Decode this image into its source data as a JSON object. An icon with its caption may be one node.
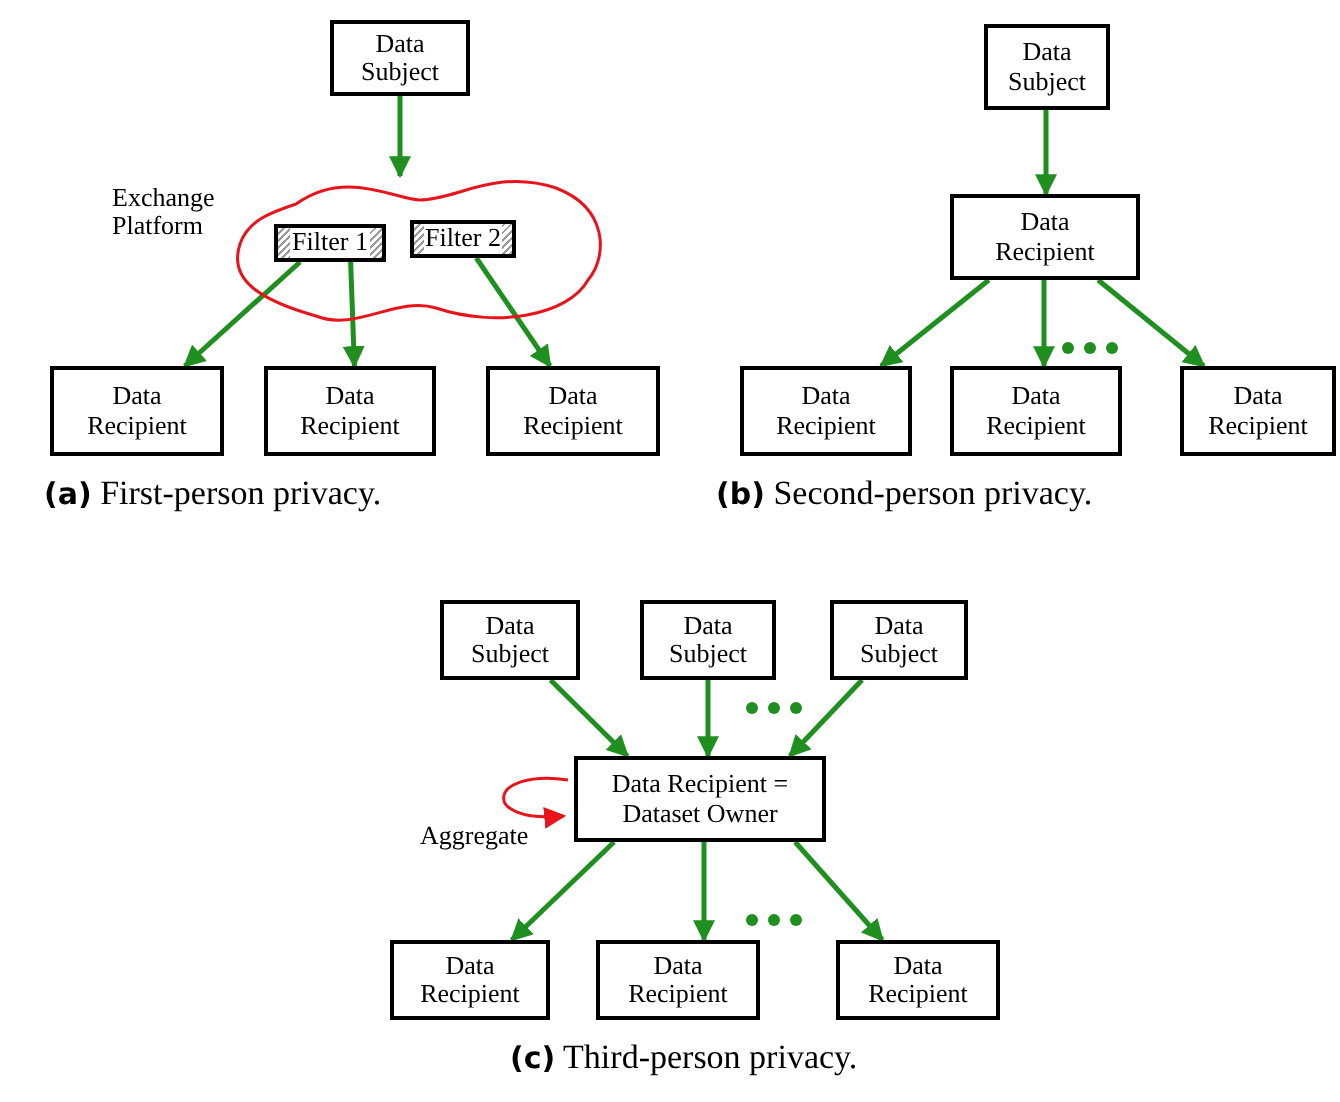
{
  "diagram": {
    "nodes": [
      {
        "text": [
          "Data Subject"
        ]
      },
      {
        "text": [],
        "shape": "cloud",
        "beside": [
          "Exchange Platform"
        ]
      },
      {
        "text": [
          "Filter 1"
        ],
        "in": 1
      },
      {
        "text": [
          "Filter 2"
        ],
        "in": 1
      },
      {
        "text": [
          "Data Recipient"
        ]
      },
      {
        "text": [
          "Data Recipient"
        ]
      },
      {
        "text": [
          "Data Recipient"
        ]
      },
      {
        "text": [
          "Data Subject"
        ]
      },
      {
        "text": [
          "Data Recipient"
        ]
      },
      {
        "text": [
          "Data Recipient"
        ]
      },
      {
        "text": [
          "Data Recipient"
        ]
      },
      {
        "text": [
          "Data Recipient"
        ]
      },
      {
        "text": [
          "Data Subject"
        ]
      },
      {
        "text": [
          "Data Subject"
        ]
      },
      {
        "text": [
          "Data Subject"
        ]
      },
      {
        "text": [
          "Data Recipient = Dataset Owner"
        ]
      },
      {
        "text": [
          "Data Recipient"
        ]
      },
      {
        "text": [
          "Data Recipient"
        ]
      },
      {
        "text": [
          "Data Recipient"
        ]
      }
    ],
    "edges": [
      {
        "from": 0,
        "to": 1,
        "arrow": "to"
      },
      {
        "from": 2,
        "to": 4,
        "arrow": "to"
      },
      {
        "from": 2,
        "to": 5,
        "arrow": "to"
      },
      {
        "from": 3,
        "to": 6,
        "arrow": "to"
      },
      {
        "from": 7,
        "to": 8,
        "arrow": "to"
      },
      {
        "from": 8,
        "to": 9,
        "arrow": "to"
      },
      {
        "from": 8,
        "to": 10,
        "arrow": "to"
      },
      {
        "from": 8,
        "to": 11,
        "arrow": "to"
      },
      {
        "from": 12,
        "to": 15,
        "arrow": "to"
      },
      {
        "from": 13,
        "to": 15,
        "arrow": "to"
      },
      {
        "from": 14,
        "to": 15,
        "arrow": "to"
      },
      {
        "from": 15,
        "to": 16,
        "arrow": "to"
      },
      {
        "from": 15,
        "to": 17,
        "arrow": "to"
      },
      {
        "from": 15,
        "to": 18,
        "arrow": "to"
      },
      {
        "from": 15,
        "to": 15,
        "arrow": "to",
        "label": "Aggregate",
        "color": "#e8141c"
      }
    ],
    "labels": [
      "**(a)** First-person privacy.",
      "**(b)** Second-person privacy.",
      "**(c)** Third-person privacy."
    ]
  }
}
